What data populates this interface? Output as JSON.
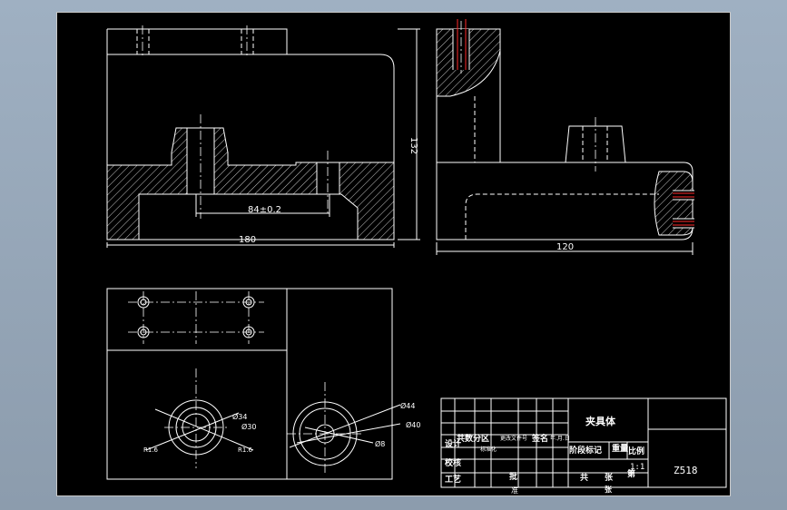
{
  "drawing": {
    "background": "#000000",
    "frame_color": "#c9c9c9",
    "line_color": "#ffffff",
    "thread_color": "#ff2a2a"
  },
  "dimensions": {
    "length_180": "180",
    "length_120": "120",
    "height_132": "132",
    "span_84": "84±0.2",
    "dia_34": "Ø34",
    "dia_30": "Ø30",
    "r_left_a": "R1.6",
    "r_left_b": "R1.6",
    "dia_44": "Ø44",
    "dia_40": "Ø40",
    "dia_8": "Ø8"
  },
  "title_block": {
    "part_name": "夹具体",
    "drawing_no": "Z518",
    "marks": "共数分区",
    "file_no": "更改文件号",
    "signature": "签名",
    "date": "年.月.日",
    "design": "设计",
    "proof": "校核",
    "standard": "标准化",
    "stage_mark": "阶段标记",
    "weight": "重量",
    "scale_label": "比例",
    "scale": "1:1",
    "approve_a": "批",
    "approve_b": "准",
    "sheet_total": "共",
    "sheet_label": "张",
    "sheet_no": "第",
    "sheet_label2": "张",
    "craft": "工艺"
  }
}
